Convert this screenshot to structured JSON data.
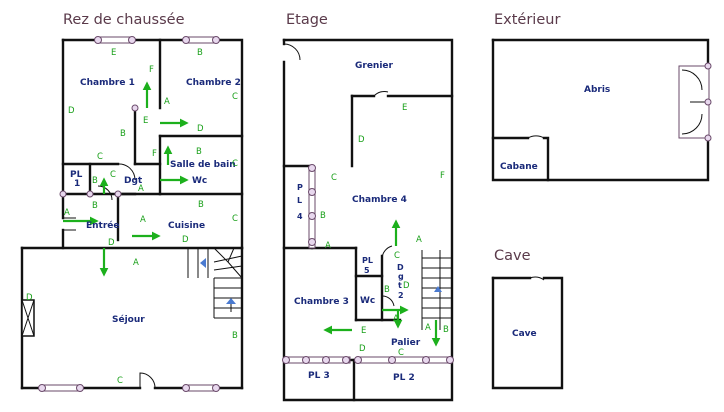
{
  "titles": {
    "ground": "Rez de chaussée",
    "upper": "Etage",
    "outside": "Extérieur",
    "cellar": "Cave"
  },
  "rooms": {
    "chambre1": "Chambre 1",
    "chambre2": "Chambre 2",
    "salle_de_bain": "Salle de bain",
    "dgt": "Dgt",
    "wc_ground": "Wc",
    "pl1_a": "PL",
    "pl1_b": "1",
    "entree": "Entrée",
    "cuisine": "Cuisine",
    "sejour": "Séjour",
    "grenier": "Grenier",
    "chambre4": "Chambre 4",
    "pl4_a": "P",
    "pl4_b": "L",
    "pl4_c": "4",
    "chambre3": "Chambre 3",
    "pl5_a": "PL",
    "pl5_b": "5",
    "wc_upper": "Wc",
    "dgt2_a": "D",
    "dgt2_b": "g",
    "dgt2_c": "t",
    "dgt2_d": "2",
    "palier": "Palier",
    "pl3": "PL 3",
    "pl2": "PL 2",
    "abris": "Abris",
    "cabane": "Cabane",
    "cave": "Cave"
  },
  "wall_letters": {
    "A": "A",
    "B": "B",
    "C": "C",
    "D": "D",
    "E": "E",
    "F": "F"
  },
  "colors": {
    "arrow": "#1cb01c",
    "room_label": "#1a2a7a",
    "title": "#5a3a4a",
    "wall_letter": "#1aa01a"
  }
}
